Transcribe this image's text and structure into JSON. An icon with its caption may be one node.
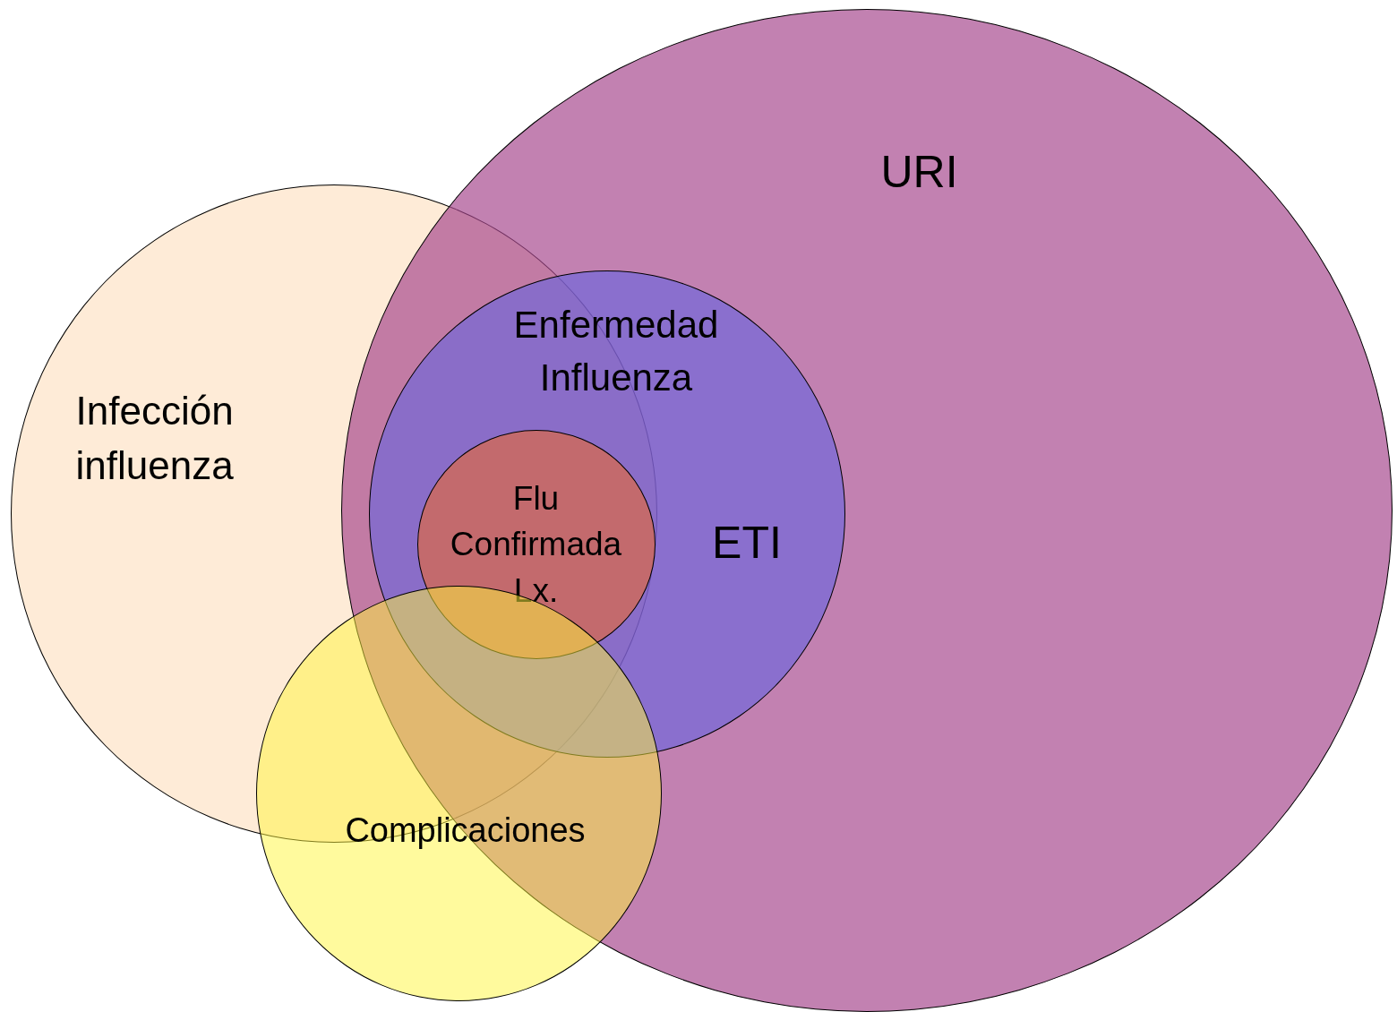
{
  "diagram": {
    "nodes": [
      {
        "text": [
          "Infección influenza"
        ]
      },
      {
        "text": [
          "URI"
        ]
      },
      {
        "text": [
          "Enfermedad Influenza",
          "ETI"
        ],
        "in": 1
      },
      {
        "text": [
          "Flu Confirmada Lx."
        ]
      },
      {
        "text": [
          "Complicaciones"
        ]
      }
    ]
  }
}
